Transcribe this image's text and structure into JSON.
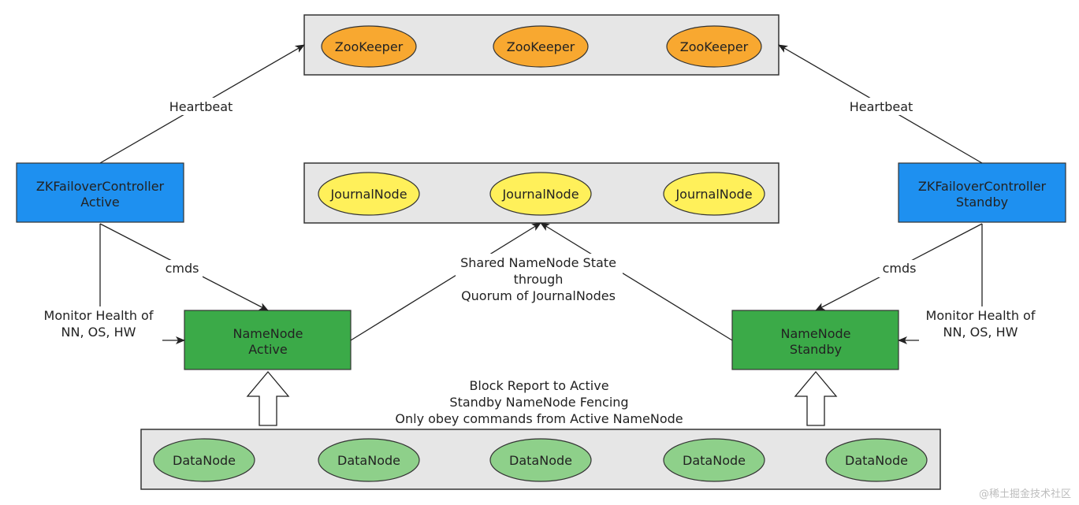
{
  "diagram": {
    "zookeeper_group": {
      "nodes": [
        "ZooKeeper",
        "ZooKeeper",
        "ZooKeeper"
      ]
    },
    "journal_group": {
      "nodes": [
        "JournalNode",
        "JournalNode",
        "JournalNode"
      ]
    },
    "datanode_group": {
      "nodes": [
        "DataNode",
        "DataNode",
        "DataNode",
        "DataNode",
        "DataNode"
      ]
    },
    "zkfc_active": {
      "line1": "ZKFailoverController",
      "line2": "Active"
    },
    "zkfc_standby": {
      "line1": "ZKFailoverController",
      "line2": "Standby"
    },
    "namenode_active": {
      "line1": "NameNode",
      "line2": "Active"
    },
    "namenode_standby": {
      "line1": "NameNode",
      "line2": "Standby"
    },
    "edges": {
      "heartbeat_left": "Heartbeat",
      "heartbeat_right": "Heartbeat",
      "cmds_left": "cmds",
      "cmds_right": "cmds",
      "monitor_left": [
        "Monitor Health of",
        "NN, OS, HW"
      ],
      "monitor_right": [
        "Monitor Health of",
        "NN, OS, HW"
      ],
      "shared_state": [
        "Shared NameNode State",
        "through",
        "Quorum of JournalNodes"
      ],
      "block_report": [
        "Block Report to Active",
        "Standby NameNode Fencing",
        "Only obey commands from Active NameNode"
      ]
    },
    "colors": {
      "zookeeper_fill": "#F8A830",
      "journal_fill": "#FFF05A",
      "datanode_fill": "#8ED08A",
      "zkfc_fill": "#1E90F0",
      "namenode_fill": "#3BAA48",
      "group_fill": "#E6E6E6"
    }
  },
  "watermark": "@稀土掘金技术社区"
}
